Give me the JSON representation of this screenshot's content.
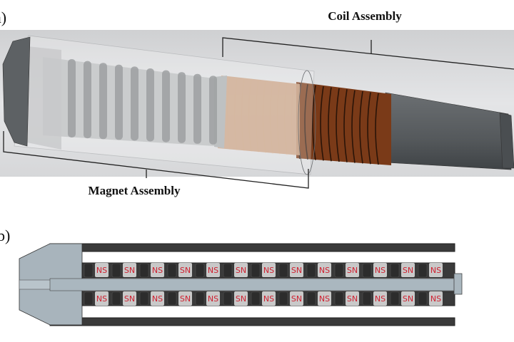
{
  "panel_a": {
    "label": "a)",
    "coil_label": "Coil Assembly",
    "magnet_label": "Magnet Assembly"
  },
  "panel_b": {
    "label": "b)",
    "top_row": [
      "NS",
      "SN",
      "NS",
      "SN",
      "NS",
      "SN",
      "NS",
      "SN",
      "NS",
      "SN",
      "NS",
      "SN",
      "NS"
    ],
    "bottom_row": [
      "NS",
      "SN",
      "NS",
      "SN",
      "NS",
      "SN",
      "NS",
      "SN",
      "NS",
      "SN",
      "NS",
      "SN",
      "NS"
    ],
    "magnet_text_color": "#d02030"
  }
}
